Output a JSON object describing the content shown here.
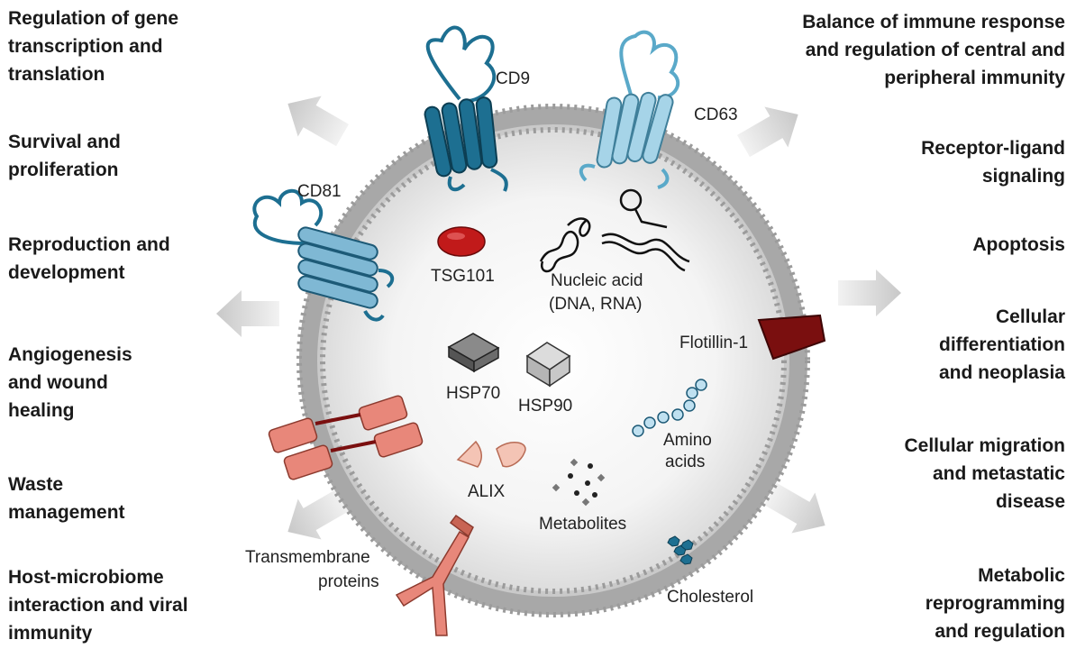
{
  "left_functions": [
    "Regulation of gene\ntranscription and\ntranslation",
    "Survival and\nproliferation",
    "Reproduction and\ndevelopment",
    "Angiogenesis\nand wound\nhealing",
    "Waste\nmanagement",
    "Host-microbiome\ninteraction and viral\nimmunity"
  ],
  "right_functions": [
    "Balance of immune response\nand regulation of central and\nperipheral immunity",
    "Receptor-ligand\nsignaling",
    "Apoptosis",
    "Cellular\ndifferentiation\nand neoplasia",
    "Cellular migration\nand metastatic\ndisease",
    "Metabolic\nreprogramming\nand regulation"
  ],
  "components": {
    "cd9": "CD9",
    "cd63": "CD63",
    "cd81": "CD81",
    "tsg101": "TSG101",
    "nucleic_acid": [
      "Nucleic acid",
      "(DNA, RNA)"
    ],
    "hsp70": "HSP70",
    "hsp90": "HSP90",
    "flotillin": "Flotillin-1",
    "amino_acids": [
      "Amino",
      "acids"
    ],
    "alix": "ALIX",
    "metabolites": "Metabolites",
    "transmembrane": [
      "Transmembrane",
      "proteins"
    ],
    "cholesterol": "Cholesterol"
  },
  "colors": {
    "cd9_blue": "#1d6f91",
    "cd63_blue": "#9fd0e6",
    "tsg101_red": "#c11a1a",
    "flotillin_red": "#7a0f0f",
    "transmembrane_salmon": "#e8877a",
    "membrane_gray": "#a6a6a6",
    "arrow_gray": "#d9d9d9"
  }
}
